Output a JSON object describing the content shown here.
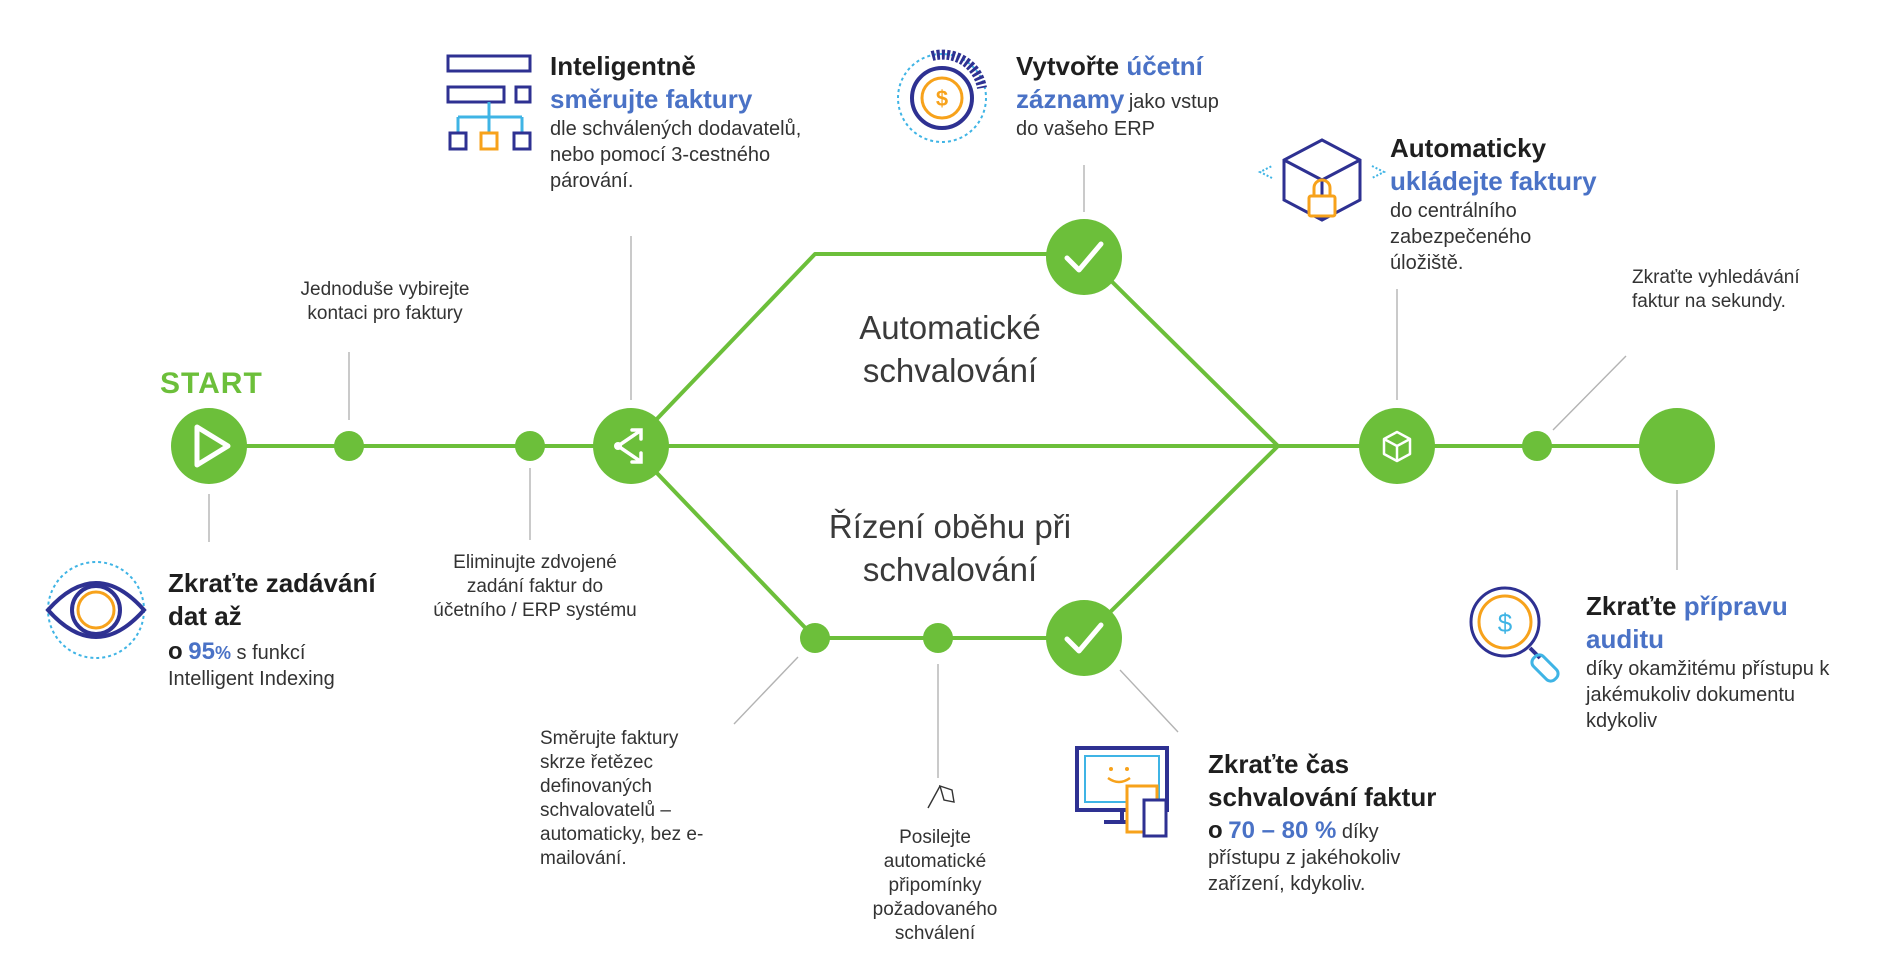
{
  "colors": {
    "green": "#6cbf3a",
    "blue": "#4a72c6",
    "navy": "#2e3192",
    "orange": "#f7a21b",
    "cyan": "#3fb4e5",
    "gray": "#b3b3b3"
  },
  "start_label": "START",
  "notes": {
    "choose_contacts": "Jednoduše vybirejte kontaci pro faktury",
    "eliminate_double": "Eliminujte zdvojené zadání faktur do účetního / ERP systému",
    "route_chain": "Směrujte faktury skrze řetězec definovaných schvalovatelů – automaticky, bez e-mailování.",
    "reminders": "Posilejte automatické připomínky požadovaného schválení",
    "search": "Zkraťte vyhledávání faktur na sekundy."
  },
  "branches": {
    "auto": "Automatické schvalování",
    "workflow": "Řízení oběhu při schvalování"
  },
  "cards": {
    "indexing": {
      "head": "Zkraťte zadávání dat až",
      "prefix": "o",
      "value": "95",
      "unit": "%",
      "rest": "s funkcí",
      "line2": "Intelligent Indexing"
    },
    "routing": {
      "head": "Inteligentně",
      "highlight": "směrujte faktury",
      "body": "dle schválených dodavatelů, nebo pomocí 3-cestného párování."
    },
    "records": {
      "head": "Vytvořte",
      "highlight1": "účetní",
      "highlight2": "záznamy",
      "rest": "jako vstup",
      "line3": "do vašeho ERP"
    },
    "storage": {
      "head": "Automaticky",
      "highlight": "ukládejte faktury",
      "body": "do centrálního zabezpečeného úložiště."
    },
    "approval_time": {
      "head": "Zkraťte čas schvalování faktur",
      "prefix": "o",
      "value": "70 – 80 %",
      "rest": "díky",
      "body": "přístupu z jakéhokoliv zařízení, kdykoliv."
    },
    "audit": {
      "head": "Zkraťte",
      "highlight1": "přípravu",
      "highlight2": "auditu",
      "body": "díky okamžitému přístupu k jakémukoliv dokumentu kdykoliv"
    }
  }
}
